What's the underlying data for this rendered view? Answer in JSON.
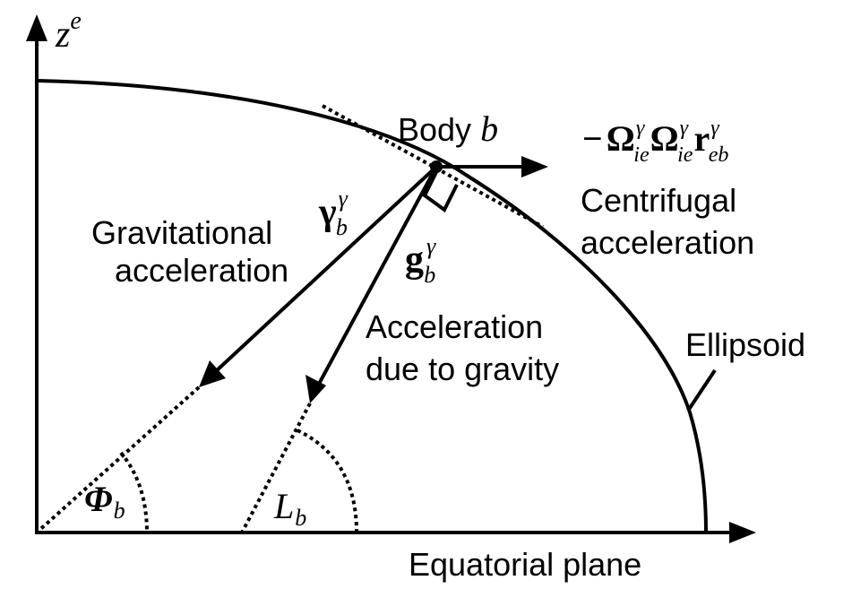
{
  "axes": {
    "vertical_symbol": "z",
    "vertical_superscript": "e",
    "horizontal_label": "Equatorial plane"
  },
  "ellipsoid_label": "Ellipsoid",
  "body": {
    "label": "Body",
    "symbol": "b"
  },
  "centrifugal": {
    "formula_minus": "−",
    "formula_omega": "Ω",
    "formula_sub_ie": "ie",
    "formula_sup": "γ",
    "formula_r": "r",
    "formula_sub_eb": "eb",
    "label_line1": "Centrifugal",
    "label_line2": "acceleration"
  },
  "gravitational": {
    "symbol": "γ",
    "sup": "γ",
    "sub": "b",
    "label_line1": "Gravitational",
    "label_line2": "acceleration"
  },
  "gravity": {
    "symbol": "g",
    "sup": "γ",
    "sub": "b",
    "label_line1": "Acceleration",
    "label_line2": "due to gravity"
  },
  "angles": {
    "geocentric_symbol": "Φ",
    "geocentric_sub": "b",
    "geodetic_symbol": "L",
    "geodetic_sub": "b"
  }
}
